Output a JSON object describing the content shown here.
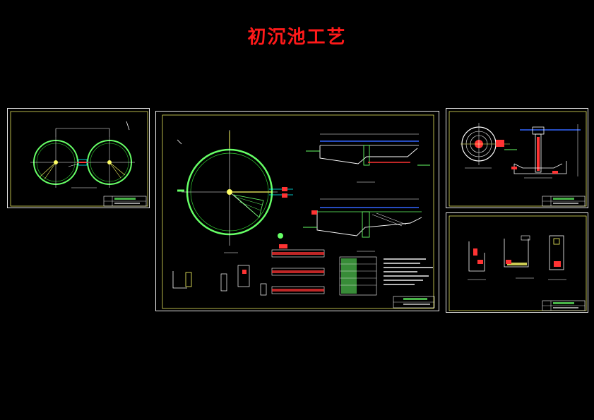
{
  "title": "初沉池工艺",
  "colors": {
    "background": "#000000",
    "title": "#ff1a1a",
    "frame": "#e8e8e8",
    "inner_frame": "#ffff66",
    "tank_wall": "#66ff66",
    "dimension": "#ffffff",
    "pipe": "#ff3333",
    "water": "#3366ff",
    "callout": "#00ffff"
  },
  "sheets": [
    {
      "name": "plan-two-tanks"
    },
    {
      "name": "tank-plan-and-sections"
    },
    {
      "name": "center-column-detail"
    },
    {
      "name": "weir-and-trough-details"
    }
  ]
}
